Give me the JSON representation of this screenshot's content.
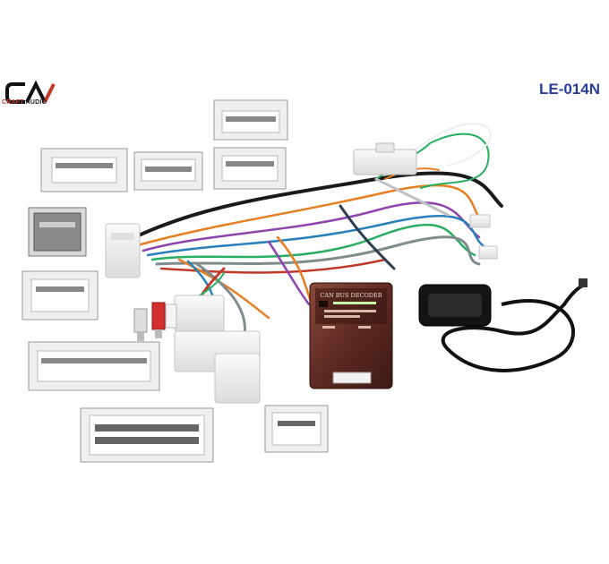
{
  "brand": {
    "logo_mark": "CA",
    "name_part1": "CRAFT ",
    "name_part2": "AUDIO",
    "accent_color": "#c0392b"
  },
  "model_code": "LE-014N",
  "decoder": {
    "title": "CAN BUS DECODER",
    "color": "#6b2e24"
  },
  "icons": [
    "harness-image",
    "connector-images",
    "can-bus-decoder-image",
    "obd-cable-image"
  ]
}
